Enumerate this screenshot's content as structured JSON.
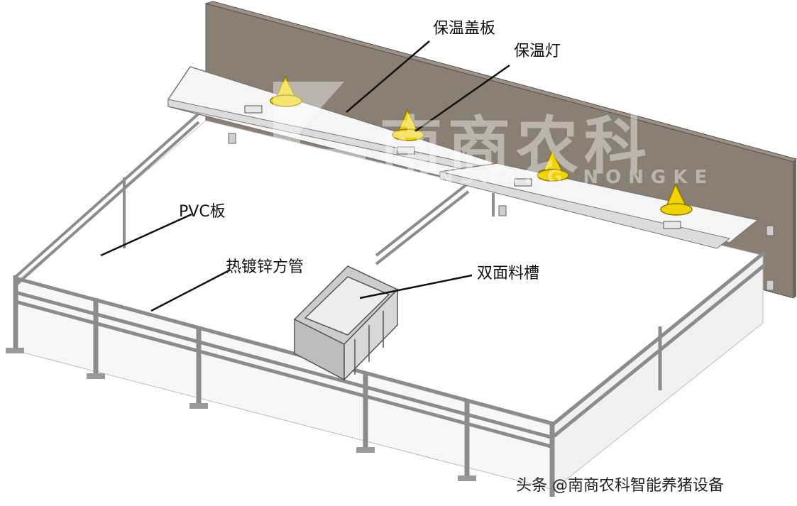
{
  "callouts": {
    "cover_board": "保温盖板",
    "heat_lamp": "保温灯",
    "pvc_board": "PVC板",
    "galvanized_tube": "热镀锌方管",
    "double_trough": "双面料槽"
  },
  "watermark": {
    "chinese": "南商农科",
    "english": "NANSHANG NONGKE"
  },
  "credit": "头条 @南商农科智能养猪设备",
  "colors": {
    "wall": "#8a7f73",
    "lamp": "#f2d200",
    "pipe": "#8c8c8c",
    "line": "#111111"
  }
}
